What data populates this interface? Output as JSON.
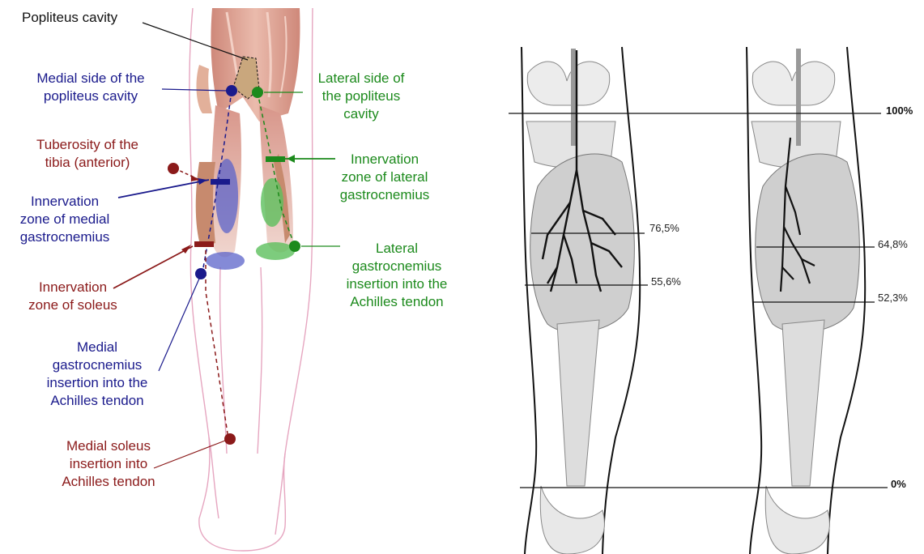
{
  "colors": {
    "blue": "#1a1a8c",
    "green": "#1c8a1c",
    "red": "#8b1a1a",
    "black": "#111111",
    "muscle": "#d9a08e",
    "skin_outline": "#e6a6c0"
  },
  "left_panel": {
    "popliteus_cavity": "Popliteus cavity",
    "medial_side": [
      "Medial side of the",
      "popliteus cavity"
    ],
    "lateral_side": [
      "Lateral side of",
      "the popliteus",
      "cavity"
    ],
    "tuberosity": [
      "Tuberosity of the",
      "tibia (anterior)"
    ],
    "iz_medial": [
      "Innervation",
      "zone of medial",
      "gastrocnemius"
    ],
    "iz_lateral": [
      "Innervation",
      "zone of lateral",
      "gastrocnemius"
    ],
    "lateral_insertion": [
      "Lateral",
      "gastrocnemius",
      "insertion into the",
      "Achilles tendon"
    ],
    "iz_soleus": [
      "Innervation",
      "zone of soleus"
    ],
    "medial_insertion": [
      "Medial",
      "gastrocnemius",
      "insertion into the",
      "Achilles tendon"
    ],
    "soleus_insertion": [
      "Medial soleus",
      "insertion into",
      "Achilles tendon"
    ]
  },
  "right_panel": {
    "levels": {
      "top": "100%",
      "bottom": "0%"
    },
    "leg1": {
      "upper": "76,5%",
      "lower": "55,6%"
    },
    "leg2": {
      "upper": "64,8%",
      "lower": "52,3%"
    }
  }
}
